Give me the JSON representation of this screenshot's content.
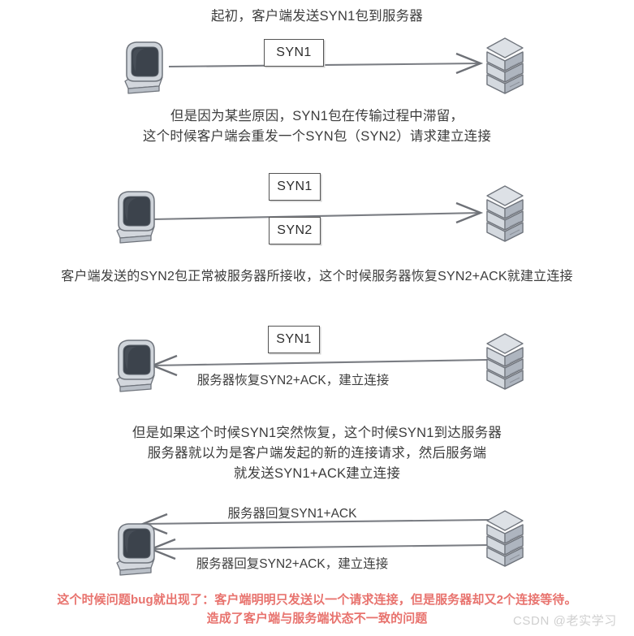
{
  "diagram": {
    "title_topic": "TCP SYN retransmission / stale SYN problem",
    "background_color": "#ffffff",
    "text_color": "#3d3d3d",
    "accent_red": "#e8736e",
    "icon_client_name": "client-computer",
    "icon_server_name": "server-rack"
  },
  "sections": [
    {
      "id": "step1",
      "caption": [
        "起初，客户端发送SYN1包到服务器"
      ],
      "packets": [
        "SYN1"
      ],
      "arrow_labels": [],
      "direction": "client-to-server"
    },
    {
      "id": "step2",
      "caption": [
        "但是因为某些原因，SYN1包在传输过程中滞留，",
        "这个时候客户端会重发一个SYN包（SYN2）请求建立连接"
      ],
      "packets": [
        "SYN1",
        "SYN2"
      ],
      "arrow_labels": [],
      "direction": "client-to-server"
    },
    {
      "id": "step3",
      "caption": [
        "客户端发送的SYN2包正常被服务器所接收，这个时候服务器恢复SYN2+ACK就建立连接"
      ],
      "packets": [
        "SYN1"
      ],
      "arrow_labels": [
        "服务器恢复SYN2+ACK，建立连接"
      ],
      "direction": "server-to-client"
    },
    {
      "id": "step4",
      "caption": [
        "但是如果这个时候SYN1突然恢复，这个时候SYN1到达服务器",
        "服务器就以为是客户端发起的新的连接请求，然后服务端",
        "就发送SYN1+ACK建立连接"
      ],
      "packets": [],
      "arrow_labels": [
        "服务器回复SYN1+ACK",
        "服务器回复SYN2+ACK，建立连接"
      ],
      "direction": "server-to-client"
    }
  ],
  "conclusion": {
    "lines": [
      "这个时候问题bug就出现了：客户端明明只发送以一个请求连接，但是服务器却又2个连接等待。",
      "造成了客户端与服务端状态不一致的问题"
    ],
    "color": "#e8736e"
  },
  "watermark": {
    "text": "CSDN @老实学习"
  }
}
